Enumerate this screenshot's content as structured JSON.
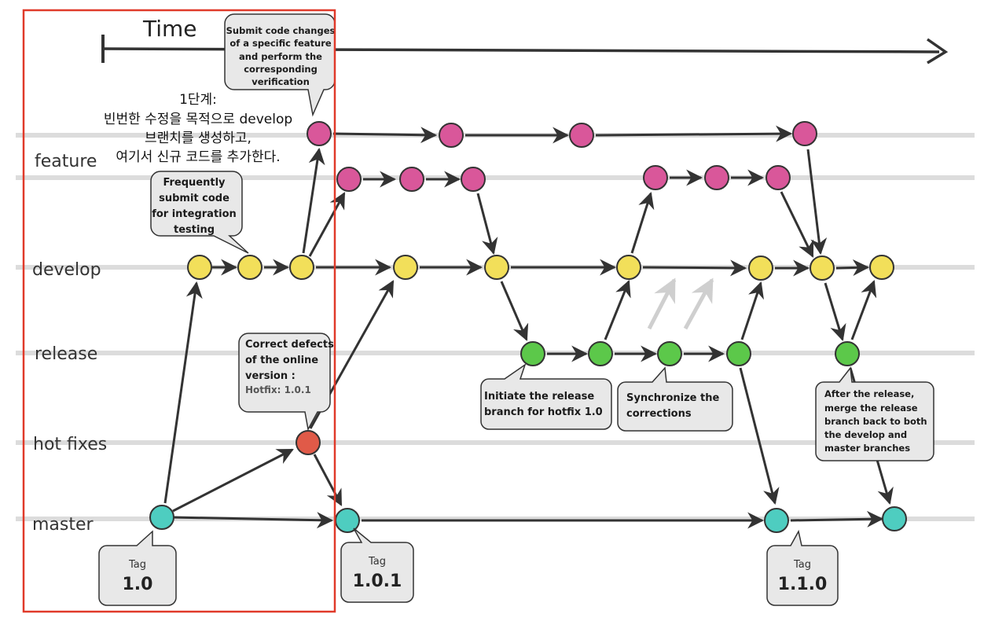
{
  "time": {
    "label": "Time"
  },
  "lanes": [
    {
      "key": "feature",
      "label": "feature"
    },
    {
      "key": "develop",
      "label": "develop"
    },
    {
      "key": "release",
      "label": "release"
    },
    {
      "key": "hotfix",
      "label": "hot fixes"
    },
    {
      "key": "master",
      "label": "master"
    }
  ],
  "colors": {
    "feature": "#d9579a",
    "develop": "#f2df5a",
    "release": "#5cc84a",
    "hotfix": "#e05a48",
    "master": "#4ecdc0",
    "highlight": "#e03a2a"
  },
  "note": {
    "lines": [
      "1단계:",
      "빈번한 수정을 목적으로 develop",
      "브랜치를 생성하고,",
      "여기서 신규 코드를 추가한다."
    ]
  },
  "callouts": {
    "submit_feature": [
      "Submit code changes",
      "of a specific feature",
      "and perform the",
      "corresponding",
      "verification"
    ],
    "frequent_submit": [
      "Frequently",
      "submit code",
      "for integration",
      "testing"
    ],
    "correct_defects": {
      "lines": [
        "Correct defects",
        "of the online",
        "version :"
      ],
      "sub": "Hotfix: 1.0.1"
    },
    "initiate_release": [
      "Initiate the release",
      "branch for hotfix 1.0"
    ],
    "synchronize": [
      "Synchronize the",
      "corrections"
    ],
    "after_release": [
      "After the release,",
      "merge the release",
      "branch back to both",
      "the develop and",
      "master branches"
    ]
  },
  "tags": [
    {
      "caption": "Tag",
      "version": "1.0"
    },
    {
      "caption": "Tag",
      "version": "1.0.1"
    },
    {
      "caption": "Tag",
      "version": "1.1.0"
    }
  ]
}
